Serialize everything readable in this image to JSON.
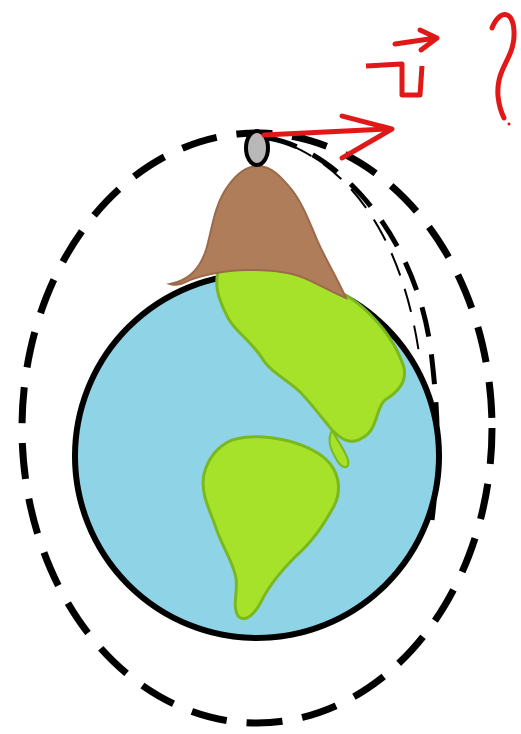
{
  "scene": {
    "description_labels": {
      "earth": "earth",
      "mountain": "mountain",
      "projectile": "projectile",
      "velocity_arrow": "velocity-arrow",
      "outer_orbit": "outer-orbit",
      "inner_orbit": "inner-orbit",
      "annotation": "velocity-question"
    }
  },
  "colors": {
    "ocean": "#8fd3e6",
    "land": "#a6e22a",
    "land_outline": "#7ab81f",
    "mountain": "#b07d5a",
    "outline": "#000000",
    "arrow": "#e01818",
    "projectile": "#b8b8b8"
  },
  "annotation": {
    "symbol_v": "v",
    "question_mark": "?"
  }
}
